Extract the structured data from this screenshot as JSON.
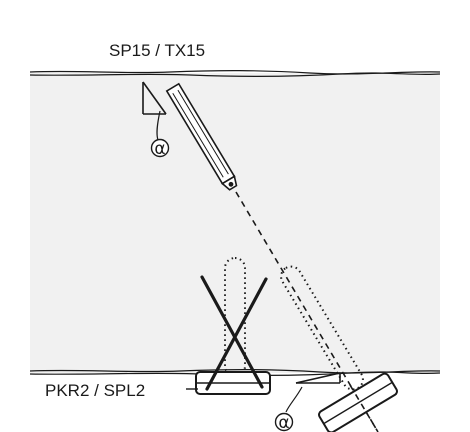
{
  "labels": {
    "top_device": "SP15 / TX15",
    "bottom_device": "PKR2 / SPL2",
    "angle_symbol_top": "α",
    "angle_symbol_bottom": "α"
  },
  "colors": {
    "wall_fill": "#f1f1f1",
    "stroke": "#1a1a1a",
    "background": "#ffffff"
  },
  "icons": {
    "incorrect_mark": "cross-out-x",
    "dotted_outline": "alternative-position-outline"
  }
}
